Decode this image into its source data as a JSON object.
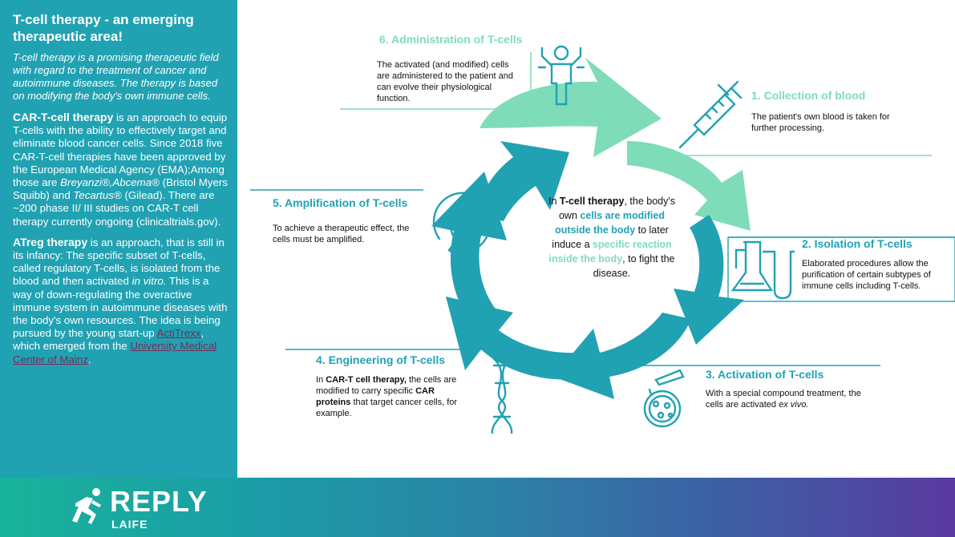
{
  "sidebar": {
    "title": "T-cell therapy - an emerging therapeutic area!",
    "intro": "T-cell therapy is a promising therapeutic field with regard to the treatment of cancer and autoimmune diseases. The therapy is based on modifying the body's own immune cells.",
    "car": {
      "term": "CAR-T-cell therapy",
      "text1": " is an approach to equip T-cells with the ability to effectively target and eliminate blood cancer cells. Since 2018 five CAR-T-cell therapies have been approved by the European Medical Agency (EMA);Among those are ",
      "drug1": "Breyanzi®,Abcema®",
      "text2": " (Bristol Myers Squibb) and ",
      "drug2": "Tecartus®",
      "text3": " (Gilead). There are ~200 phase II/ III studies on CAR-T cell therapy currently ongoing (clinicaltrials.gov)."
    },
    "treg": {
      "term": "ATreg therapy",
      "text1": " is an approach, that is still in its infancy: The specific subset of T-cells, called regulatory T-cells, is isolated from the blood and then activated ",
      "invitro": "in vitro.",
      "text2": " This is a way of down-regulating the overactive immune system in autoimmune diseases with the body's own resources. The idea is being pursued by the young start-up ",
      "link1": "ActiTrexx",
      "text3": ", which emerged from the ",
      "link2": "University Medical Center of Mainz",
      "text4": "."
    }
  },
  "center": {
    "p1": "In ",
    "b1": "T-cell therapy",
    "p2": ", the body's own ",
    "hl1": "cells are modified outside the body",
    "p3": " to later induce a ",
    "hl2": "specific reaction inside the body",
    "p4": ", to fight the disease."
  },
  "steps": [
    {
      "title": "1. Collection of blood",
      "desc": "The patient's own blood is taken for further processing.",
      "icon": "syringe-icon"
    },
    {
      "title": "2. Isolation of T-cells",
      "desc": "Elaborated procedures allow the purification of certain subtypes of immune cells including T-cells.",
      "icon": "lab-flasks-icon"
    },
    {
      "title": "3. Activation of T-cells",
      "desc_a": "With a special compound treatment,  the cells are activated ",
      "desc_b": "ex vivo.",
      "icon": "petri-dish-icon"
    },
    {
      "title": "4. Engineering  of T-cells",
      "desc_a": "In ",
      "desc_b": "CAR-T cell therapy,",
      "desc_c": " the cells are modified to carry specific ",
      "desc_d": "CAR proteins",
      "desc_e": " that target cancer cells, for example.",
      "icon": "dna-icon"
    },
    {
      "title": "5. Amplification of T-cells",
      "desc": "To achieve a therapeutic effect, the cells must be amplified.",
      "icon": "flask-cycle-icon"
    },
    {
      "title": "6.  Administration of T-cells",
      "desc": "The activated (and modified) cells are administered to the patient and can evolve their physiological function.",
      "icon": "person-icon"
    }
  ],
  "footer": {
    "brand": "REPLY",
    "sub": "LAIFE"
  },
  "colors": {
    "teal": "#21a2b3",
    "mint": "#7fdcb8",
    "link": "#7a2a55"
  }
}
